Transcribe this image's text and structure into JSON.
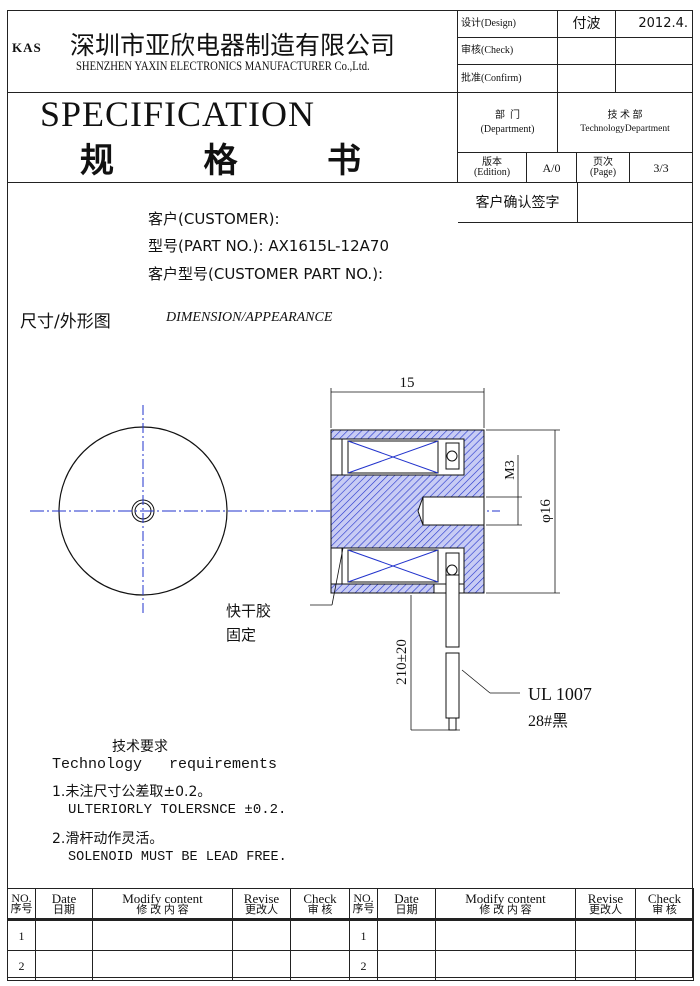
{
  "header": {
    "logo": "KAS",
    "company_cn": "深圳市亚欣电器制造有限公司",
    "company_en": "SHENZHEN YAXIN ELECTRONICS MANUFACTURER Co.,Ltd.",
    "title_en": "SPECIFICATION",
    "title_cn": "规   格   书",
    "approvals": [
      {
        "label": "设计(Design)",
        "name": "付波",
        "date": "2012.4."
      },
      {
        "label": "审核(Check)",
        "name": "",
        "date": ""
      },
      {
        "label": "批准(Confirm)",
        "name": "",
        "date": ""
      }
    ],
    "department_label_cn": "部  门",
    "department_label_en": "(Department)",
    "department_value_cn": "技 术 部",
    "department_value_en": "TechnologyDepartment",
    "edition_label_cn": "版本",
    "edition_label_en": "(Edition)",
    "edition_value": "A/0",
    "page_label_cn": "页次",
    "page_label_en": "(Page)",
    "page_value": "3/3",
    "customer_sign_label": "客户确认签字"
  },
  "info": {
    "customer": "客户(CUSTOMER):",
    "part_no_label": "型号(PART NO.):",
    "part_no": "AX1615L-12A70",
    "customer_part_no": "客户型号(CUSTOMER PART NO.):"
  },
  "dimension": {
    "title_cn": "尺寸/外形图",
    "title_en": "DIMENSION/APPEARANCE",
    "length": "15",
    "diameter": "φ16",
    "thread": "M3",
    "lead_length": "210±20",
    "glue_note_1": "快干胶",
    "glue_note_2": "固定",
    "wire_1": "UL 1007",
    "wire_2": "28#黑",
    "line_color": "#2233cc"
  },
  "requirements": {
    "title_cn": "技术要求",
    "title_en": "Technology   requirements",
    "items": [
      {
        "cn": "1.未注尺寸公差取±0.2。",
        "en": "ULTERIORLY TOLERSNCE ±0.2."
      },
      {
        "cn": "2.滑杆动作灵活。",
        "en": "SOLENOID MUST BE LEAD FREE."
      }
    ]
  },
  "revision_table": {
    "headers": [
      {
        "en": "NO.",
        "cn": "序号"
      },
      {
        "en": "Date",
        "cn": "日期"
      },
      {
        "en": "Modify content",
        "cn": "修 改 内 容"
      },
      {
        "en": "Revise",
        "cn": "更改人"
      },
      {
        "en": "Check",
        "cn": "审  核"
      },
      {
        "en": "NO.",
        "cn": "序号"
      },
      {
        "en": "Date",
        "cn": "日期"
      },
      {
        "en": "Modify content",
        "cn": "修 改 内 容"
      },
      {
        "en": "Revise",
        "cn": "更改人"
      },
      {
        "en": "Check",
        "cn": "审  核"
      }
    ],
    "rows": [
      [
        "1",
        "",
        "",
        "",
        "",
        "1",
        "",
        "",
        "",
        ""
      ],
      [
        "2",
        "",
        "",
        "",
        "",
        "2",
        "",
        "",
        "",
        ""
      ]
    ]
  }
}
